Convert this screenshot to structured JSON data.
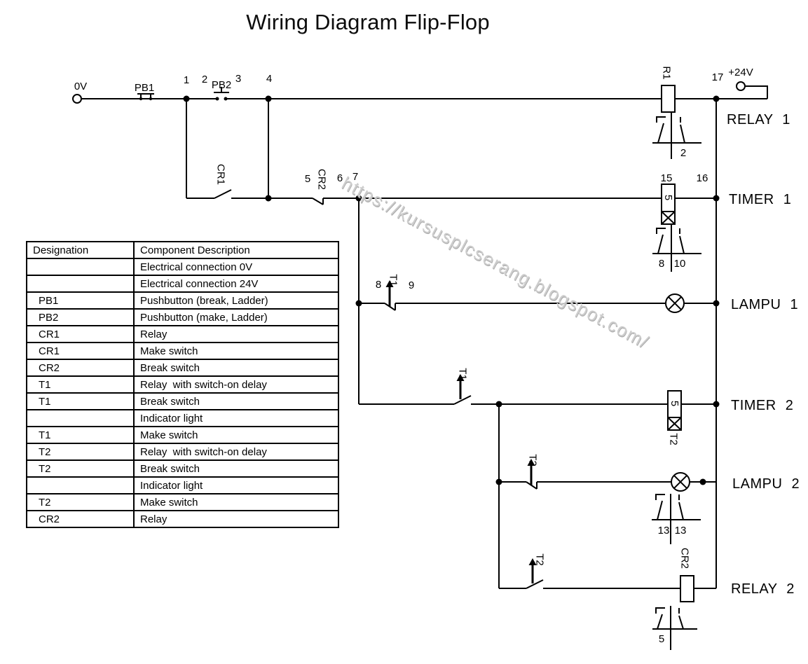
{
  "title": "Wiring Diagram Flip-Flop",
  "watermark": "https://kursusplcserang.blogspot.com/",
  "colors": {
    "lampu1": "#00cc00",
    "lampu2": "#e60000",
    "wire": "#000000",
    "watermark_gray": "#cbcbcb"
  },
  "component_table": {
    "headers": [
      "Designation",
      "Component Description"
    ],
    "rows": [
      {
        "designation": "",
        "description": "Electrical connection 0V"
      },
      {
        "designation": "",
        "description": "Electrical connection 24V"
      },
      {
        "designation": "PB1",
        "description": "Pushbutton (break, Ladder)"
      },
      {
        "designation": "PB2",
        "description": "Pushbutton (make, Ladder)"
      },
      {
        "designation": "CR1",
        "description": "Relay"
      },
      {
        "designation": "CR1",
        "description": "Make switch"
      },
      {
        "designation": "CR2",
        "description": "Break switch"
      },
      {
        "designation": "T1",
        "description": "Relay  with switch-on delay"
      },
      {
        "designation": "T1",
        "description": "Break switch"
      },
      {
        "designation": "",
        "description": "Indicator light"
      },
      {
        "designation": "T1",
        "description": "Make switch"
      },
      {
        "designation": "T2",
        "description": "Relay  with switch-on delay"
      },
      {
        "designation": "T2",
        "description": "Break switch"
      },
      {
        "designation": "",
        "description": "Indicator light"
      },
      {
        "designation": "T2",
        "description": "Make switch"
      },
      {
        "designation": "CR2",
        "description": "Relay"
      }
    ]
  },
  "circuit": {
    "terminals": {
      "left": "0V",
      "right": "+24V"
    },
    "pb1": "PB1",
    "pb2": "PB2",
    "nodes": {
      "n1": "1",
      "n2": "2",
      "n3": "3",
      "n4": "4",
      "n5": "5",
      "n6": "6",
      "n7": "7",
      "n15": "15",
      "n16": "16",
      "n17": "17"
    },
    "cr1_contact": "CR1",
    "cr2_contact": "CR2",
    "relay1": {
      "coil": "R1",
      "contact_ref": "2",
      "label": "RELAY 1"
    },
    "timer1": {
      "delay": "5",
      "contact_ref_left": "8",
      "contact_ref_right": "10",
      "label": "TIMER 1"
    },
    "lampu1": {
      "ref_left": "8",
      "tag": "T1",
      "ref_right": "9",
      "label": "LAMPU 1"
    },
    "timer2": {
      "switch_tag": "T1",
      "delay": "5",
      "coil_tag": "T2",
      "label": "TIMER 2"
    },
    "lampu2": {
      "switch_tag": "T2",
      "contact_ref_left": "13",
      "contact_ref_right": "13",
      "label": "LAMPU 2"
    },
    "relay2": {
      "switch_tag": "T2",
      "coil": "CR2",
      "contact_ref": "5",
      "label": "RELAY 2"
    }
  }
}
